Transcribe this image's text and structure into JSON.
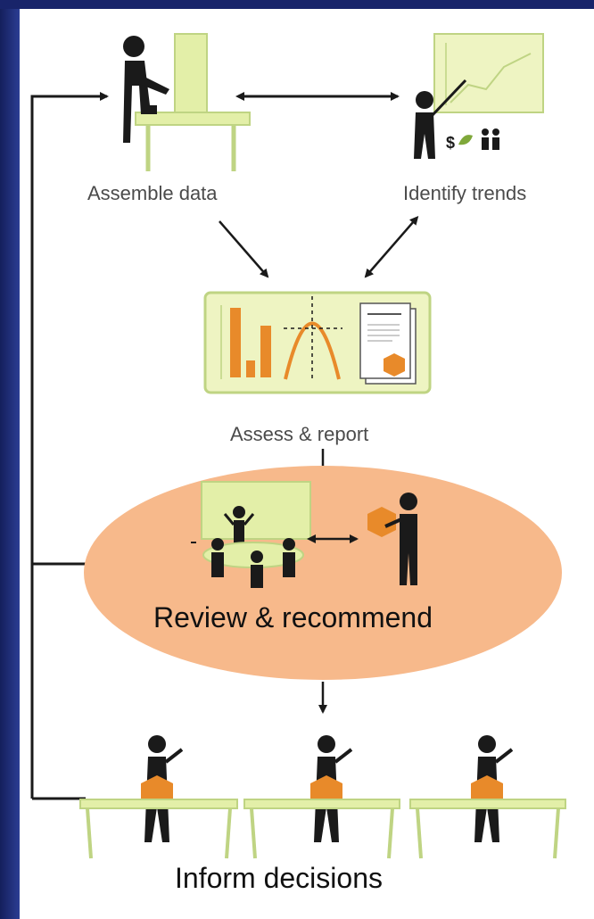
{
  "colors": {
    "frame": "#1c2a78",
    "panel": "#ffffff",
    "tan_green": "#eef4c2",
    "frame_green": "#bfd483",
    "orange": "#e88a2a",
    "ellipse": "#f7b98b",
    "ink": "#1a1a1a"
  },
  "nodes": {
    "assemble": {
      "label": "Assemble data"
    },
    "trends": {
      "label": "Identify trends",
      "icons": "$ 🌿 👨‍👩‍👧"
    },
    "assess": {
      "label": "Assess & report"
    },
    "review": {
      "label": "Review & recommend"
    },
    "inform": {
      "label": "Inform decisions"
    }
  }
}
